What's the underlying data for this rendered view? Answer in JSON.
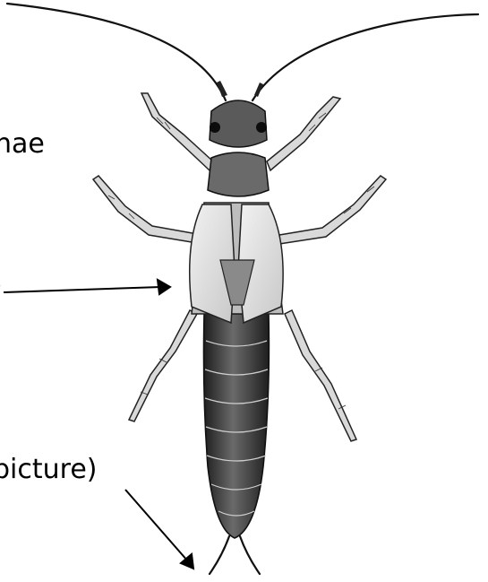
{
  "labels": {
    "antennae": "nae",
    "wings": "s",
    "cerci": "picture)"
  },
  "colors": {
    "ink": "#000000",
    "body_dark": "#2a2a2a",
    "body_mid": "#5a5a5a",
    "wing_light": "#e4e4e4",
    "background": "#ffffff"
  }
}
